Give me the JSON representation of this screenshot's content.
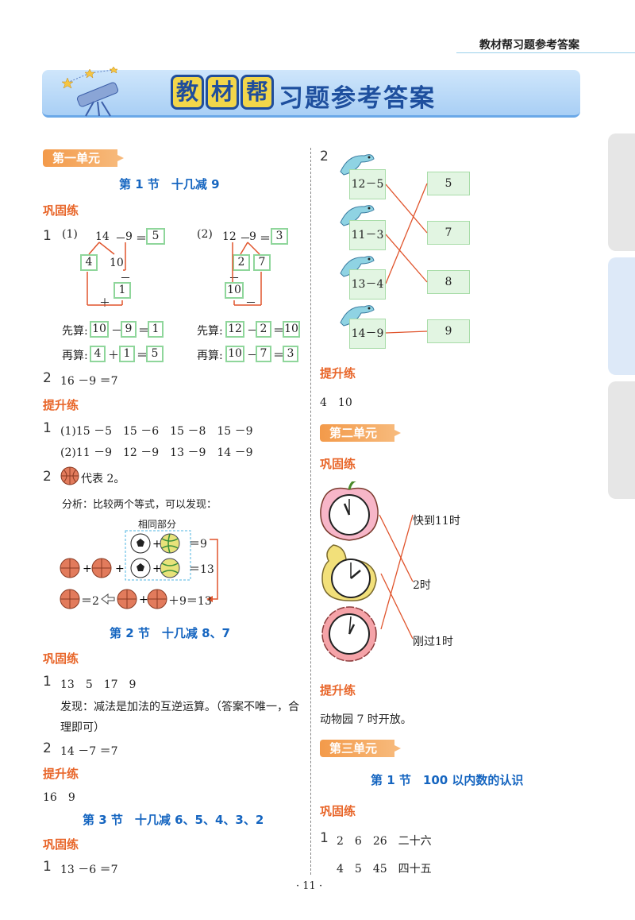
{
  "header": {
    "title": "教材帮习题参考答案"
  },
  "banner": {
    "main": [
      "教",
      "材",
      "帮"
    ],
    "sub": "习题参考答案"
  },
  "colors": {
    "accent_blue": "#1565c0",
    "accent_orange": "#e8662a",
    "box_green": "#8fd69b",
    "line_red": "#e0542c"
  },
  "left": {
    "unit1": "第一单元",
    "sec1": "第 1 节　十几减 9",
    "gonggu": "巩固练",
    "tisheng": "提升练",
    "q1": {
      "num": "1",
      "p1": {
        "label": "(1)",
        "a": "14",
        "op": "－",
        "b": "9",
        "eq": "＝",
        "ans": "5",
        "split_a": "4",
        "split_b": "10",
        "minus": "－",
        "plus": "＋",
        "one": "1"
      },
      "p2": {
        "label": "(2)",
        "a": "12",
        "op": "－",
        "b": "9",
        "eq": "＝",
        "ans": "3",
        "split_a": "2",
        "split_b": "7",
        "minus1": "－",
        "ten": "10",
        "minus2": "－"
      },
      "first_label": "先算:",
      "first1": [
        "10",
        "－",
        "9",
        "＝",
        "1"
      ],
      "first2": [
        "12",
        "－",
        "2",
        "＝",
        "10"
      ],
      "then_label": "再算:",
      "then1": [
        "4",
        "＋",
        "1",
        "＝",
        "5"
      ],
      "then2": [
        "10",
        "－",
        "7",
        "＝",
        "3"
      ]
    },
    "q2": {
      "num": "2",
      "text": "16 －9 ＝7"
    },
    "t1": {
      "num": "1",
      "line1": "(1)15 －5　15 －6　15 －8　15 －9",
      "line2": "(2)11 －9　12 －9　13 －9　14 －9"
    },
    "t2": {
      "num": "2",
      "text": "代表 2。",
      "analysis": "分析：比较两个等式，可以发现：",
      "same_part": "相同部分",
      "eq1": "＝9",
      "eq2": "＝13",
      "eq3a": "＝2",
      "eq3b": "＋9＝13"
    },
    "sec2": "第 2 节　十几减 8、7",
    "s2q1": {
      "num": "1",
      "line1": "13　5　17　9",
      "line2": "发现：减法是加法的互逆运算。（答案不唯一，合",
      "line3": "理即可）"
    },
    "s2q2": {
      "num": "2",
      "text": "14 －7 ＝7"
    },
    "s2t": "16　9",
    "sec3": "第 3 节　十几减 6、5、4、3、2",
    "s3q1": {
      "num": "1",
      "text": "13 －6 ＝7"
    }
  },
  "right": {
    "q2num": "2",
    "exprs": [
      "12－5",
      "11－3",
      "13－4",
      "14－9"
    ],
    "answers": [
      "5",
      "7",
      "8",
      "9"
    ],
    "tisheng": "提升练",
    "tisheng_ans": "4　10",
    "unit2": "第二单元",
    "gonggu": "巩固练",
    "clock_labels": [
      "快到11时",
      "2时",
      "刚过1时"
    ],
    "tisheng2": "提升练",
    "zoo": "动物园 7 时开放。",
    "unit3": "第三单元",
    "sec1": "第 1 节　100 以内数的认识",
    "gonggu2": "巩固练",
    "q1num": "1",
    "q1line1": "2　6　26　二十六",
    "q1line2": "4　5　45　四十五"
  },
  "page_number": "· 11 ·"
}
